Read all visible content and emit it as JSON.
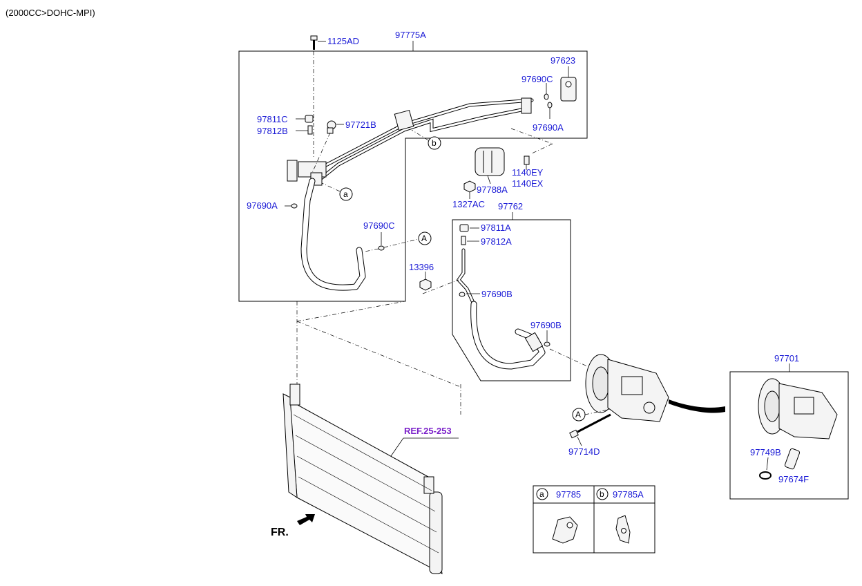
{
  "header": {
    "engine": "(2000CC>DOHC-MPI)"
  },
  "labels": {
    "p1125AD": "1125AD",
    "p97775A": "97775A",
    "p97623": "97623",
    "p97690C_top": "97690C",
    "p97690A_right": "97690A",
    "p97811C": "97811C",
    "p97812B": "97812B",
    "p97721B": "97721B",
    "p97690A_left": "97690A",
    "p97690C_mid": "97690C",
    "p1140EY": "1140EY",
    "p1140EX": "1140EX",
    "p97788A": "97788A",
    "p1327AC": "1327AC",
    "p97762": "97762",
    "p97811A": "97811A",
    "p97812A": "97812A",
    "p13396": "13396",
    "p97690B_1": "97690B",
    "p97690B_2": "97690B",
    "p97701": "97701",
    "p97714D": "97714D",
    "p97749B": "97749B",
    "p97674F": "97674F",
    "ref": "REF.25-253",
    "fr": "FR."
  },
  "callouts": {
    "a": "a",
    "b": "b",
    "A": "A"
  },
  "legend": {
    "a_letter": "a",
    "a_part": "97785",
    "b_letter": "b",
    "b_part": "97785A"
  },
  "colors": {
    "label": "#1a1ad6",
    "ref": "#7a1fc9",
    "line": "#000000"
  }
}
